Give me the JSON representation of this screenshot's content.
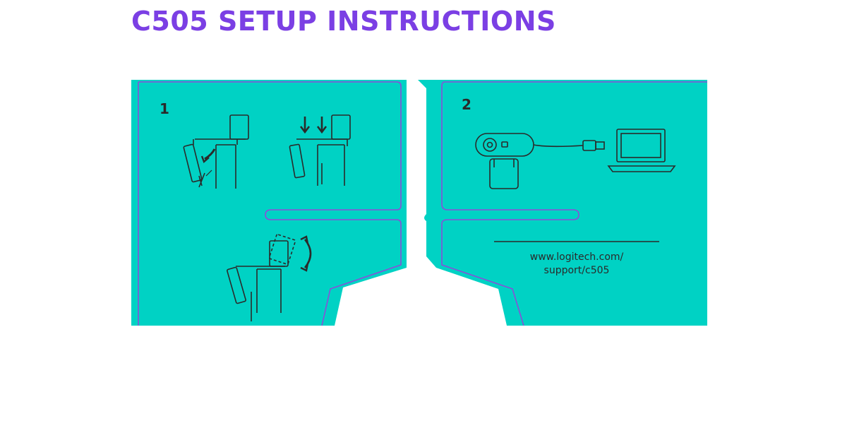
{
  "page": {
    "title": "C505 SETUP INSTRUCTIONS"
  },
  "colors": {
    "title": "#7b3fe4",
    "panel": "#00d2c4",
    "outline": "#8a4fd8",
    "ink": "#2a2a2a",
    "background": "#ffffff"
  },
  "panel_left": {
    "step_number": "1"
  },
  "panel_right": {
    "step_number": "2",
    "url_line1": "www.logitech.com/",
    "url_line2": "support/c505"
  },
  "icons": {
    "step1_a": "webcam-clip-mount-icon",
    "step1_b": "webcam-press-down-icon",
    "step1_c": "webcam-tilt-adjust-icon",
    "step2_webcam": "webcam-icon",
    "step2_usb": "usb-plug-icon",
    "step2_laptop": "laptop-icon"
  }
}
